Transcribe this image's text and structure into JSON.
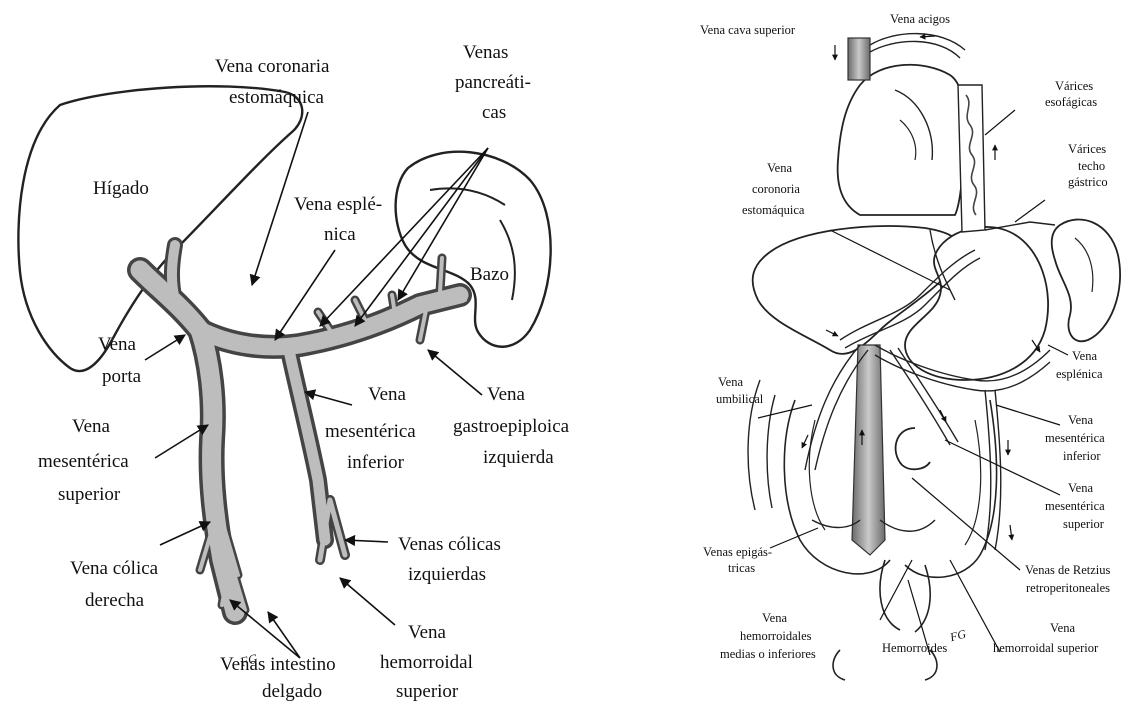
{
  "left": {
    "labels": {
      "higado": "Hígado",
      "coronaria_1": "Vena coronaria",
      "coronaria_2": "estomáquica",
      "pancreaticas_1": "Venas",
      "pancreaticas_2": "pancreáti-",
      "pancreaticas_3": "cas",
      "esplenica_1": "Vena esplé-",
      "esplenica_2": "nica",
      "bazo": "Bazo",
      "porta_1": "Vena",
      "porta_2": "porta",
      "mes_inf_1": "Vena",
      "mes_inf_2": "mesentérica",
      "mes_inf_3": "inferior",
      "gastro_1": "Vena",
      "gastro_2": "gastroepiploica",
      "gastro_3": "izquierda",
      "mes_sup_1": "Vena",
      "mes_sup_2": "mesentérica",
      "mes_sup_3": "superior",
      "colica_der_1": "Vena cólica",
      "colica_der_2": "derecha",
      "colicas_izq_1": "Venas cólicas",
      "colicas_izq_2": "izquierdas",
      "intestino_1": "Venas intestino",
      "intestino_2": "delgado",
      "hemorroidal_1": "Vena",
      "hemorroidal_2": "hemorroidal",
      "hemorroidal_3": "superior",
      "signature": "FG"
    }
  },
  "right": {
    "labels": {
      "cava": "Vena cava superior",
      "acigos": "Vena acigos",
      "varices_eso_1": "Várices",
      "varices_eso_2": "esofágicas",
      "varices_techo_1": "Várices",
      "varices_techo_2": "techo",
      "varices_techo_3": "gástrico",
      "coronoria_1": "Vena",
      "coronoria_2": "coronoria",
      "coronoria_3": "estomáquica",
      "esplenica_1": "Vena",
      "esplenica_2": "esplénica",
      "umbilical_1": "Vena",
      "umbilical_2": "umbilical",
      "mes_inf_1": "Vena",
      "mes_inf_2": "mesentérica",
      "mes_inf_3": "inferior",
      "mes_sup_1": "Vena",
      "mes_sup_2": "mesentérica",
      "mes_sup_3": "superior",
      "epigastricas_1": "Venas epigás-",
      "epigastricas_2": "tricas",
      "retzius_1": "Venas de Retzius",
      "retzius_2": "retroperitoneales",
      "hem_medias_1": "Vena",
      "hem_medias_2": "hemorroidales",
      "hem_medias_3": "medias o inferiores",
      "hemorroides": "Hemorroides",
      "hem_sup_1": "Vena",
      "hem_sup_2": "hemorroidal superior",
      "signature": "FG"
    }
  }
}
